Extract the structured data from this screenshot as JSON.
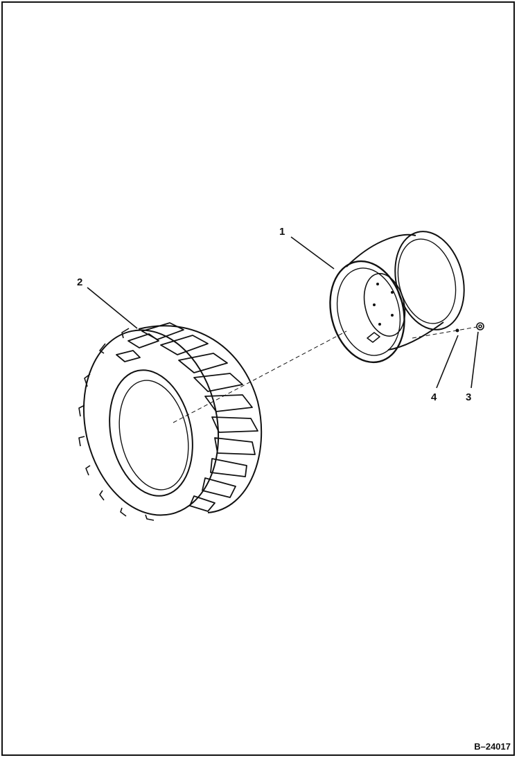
{
  "callouts": {
    "rim": "1",
    "tire": "2",
    "valve_cap": "3",
    "valve_stem": "4"
  },
  "figure_id": "B–24017",
  "colors": {
    "ink": "#111111",
    "paper": "#ffffff"
  }
}
